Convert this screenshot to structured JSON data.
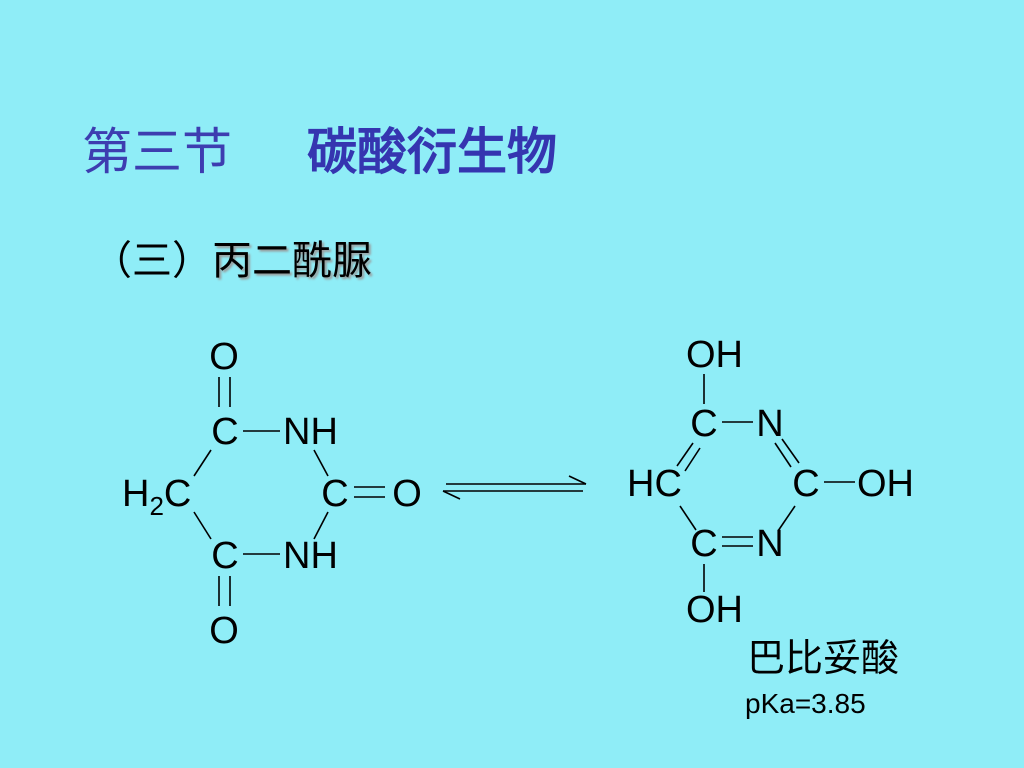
{
  "title": {
    "section": "第三节",
    "topic": "碳酸衍生物"
  },
  "subtitle": {
    "number": "（三）",
    "name": "丙二酰脲"
  },
  "left_structure": {
    "o_top": "O",
    "c_top": "C",
    "nh_top": "NH",
    "h": "H",
    "sub2": "2",
    "c_left": "C",
    "c_right": "C",
    "o_right": "O",
    "c_bottom": "C",
    "nh_bottom": "NH",
    "o_bottom": "O"
  },
  "right_structure": {
    "oh_top": "OH",
    "c_top": "C",
    "n_top": "N",
    "hc": "HC",
    "c_right": "C",
    "oh_right": "OH",
    "c_bottom": "C",
    "n_bottom": "N",
    "oh_bottom": "OH"
  },
  "compound": {
    "name": "巴比妥酸",
    "pka": "pKa=3.85"
  }
}
